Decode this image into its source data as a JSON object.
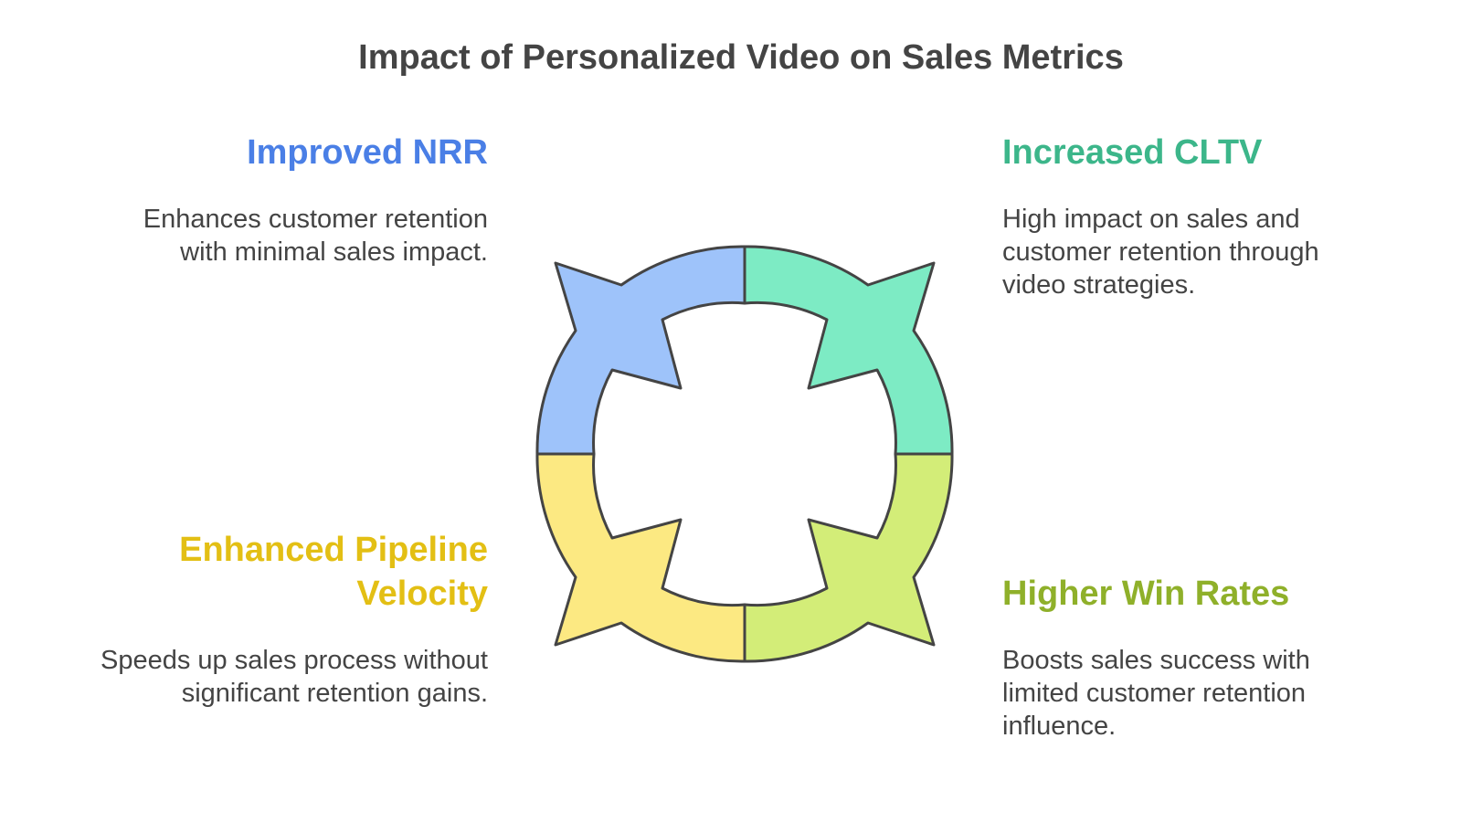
{
  "title": "Impact of Personalized Video on Sales Metrics",
  "quadrants": {
    "top_left": {
      "heading": "Improved NRR",
      "description": "Enhances customer retention with minimal sales impact.",
      "color": "#4a7fe6",
      "fill": "#9ec3fa"
    },
    "top_right": {
      "heading": "Increased CLTV",
      "description": "High impact on sales and customer retention through video strategies.",
      "color": "#3cb68a",
      "fill": "#7debc4"
    },
    "bottom_left": {
      "heading": "Enhanced Pipeline Velocity",
      "description": "Speeds up sales process without significant retention gains.",
      "color": "#e3bf14",
      "fill": "#fce982"
    },
    "bottom_right": {
      "heading": "Higher Win Rates",
      "description": "Boosts sales success with limited customer retention influence.",
      "color": "#8fb02a",
      "fill": "#d3ed78"
    }
  },
  "outline_color": "#444444"
}
